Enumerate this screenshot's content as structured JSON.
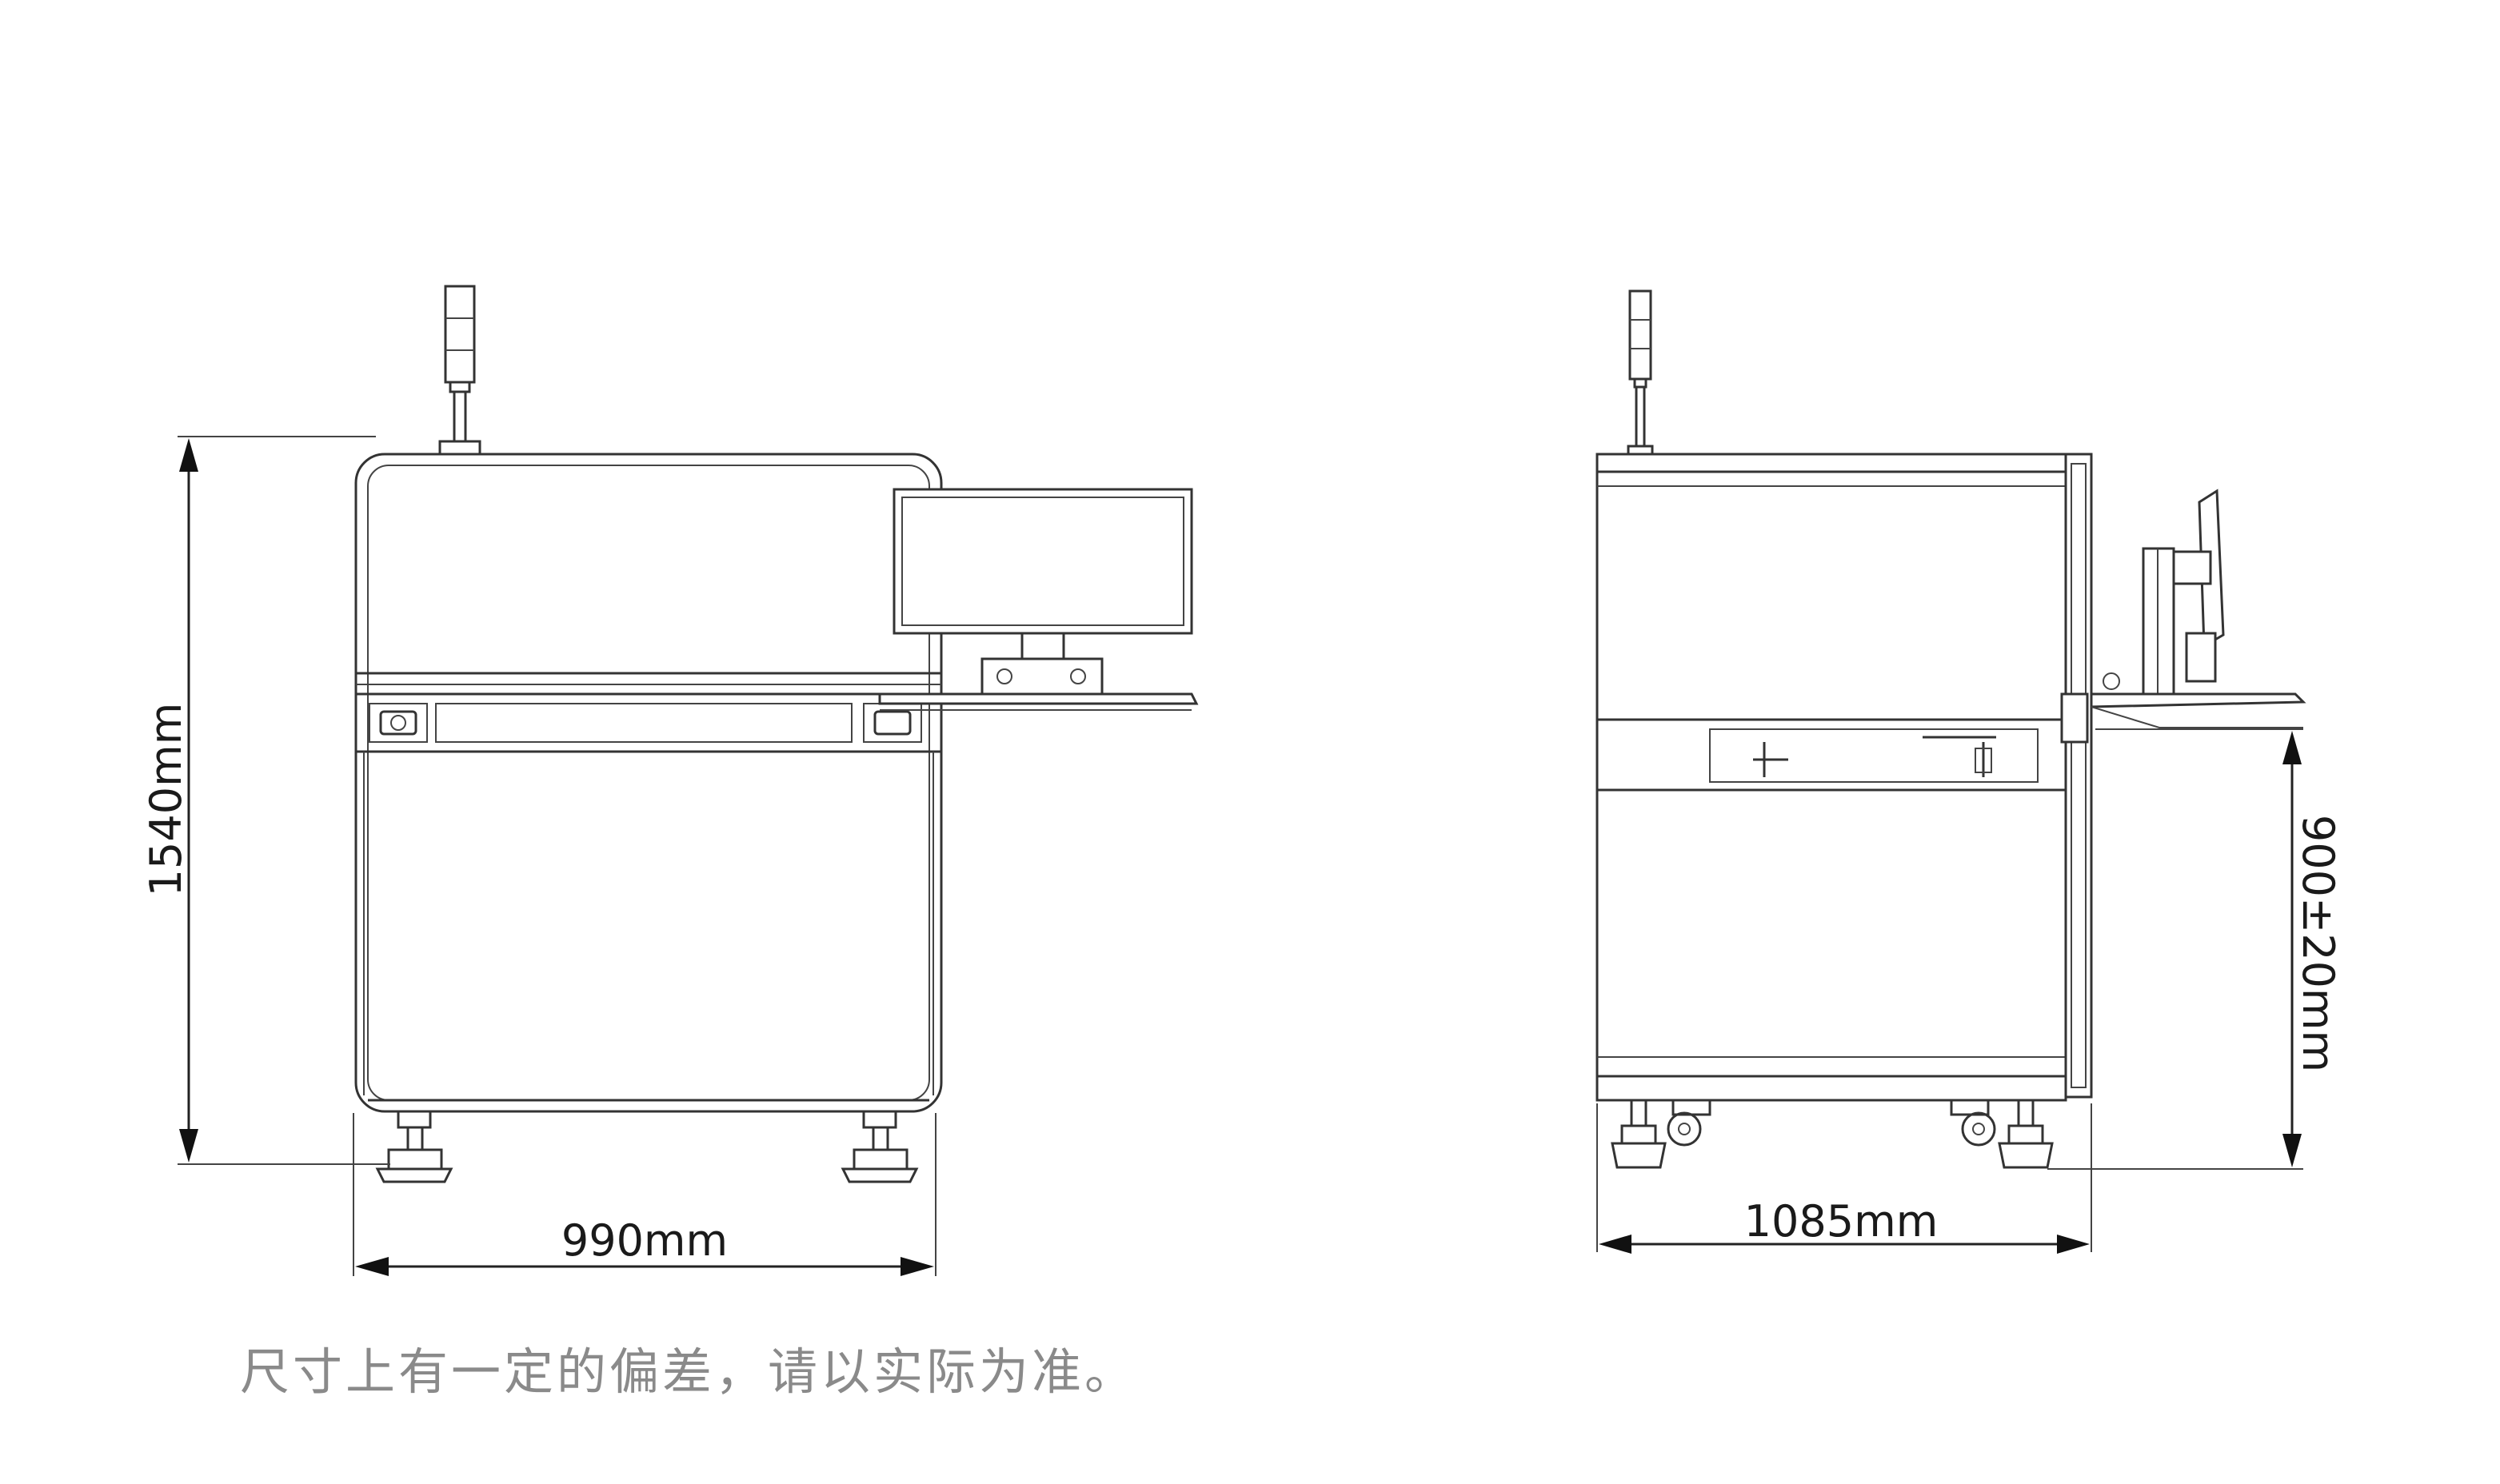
{
  "dimensions": {
    "front_height": "1540mm",
    "front_width": "990mm",
    "side_depth": "1085mm",
    "side_work_height": "900±20mm"
  },
  "note": "尺寸上有一定的偏差，请以实际为准。",
  "colors": {
    "line": "#333333",
    "note_text": "#8a8a8a",
    "background": "#ffffff"
  }
}
